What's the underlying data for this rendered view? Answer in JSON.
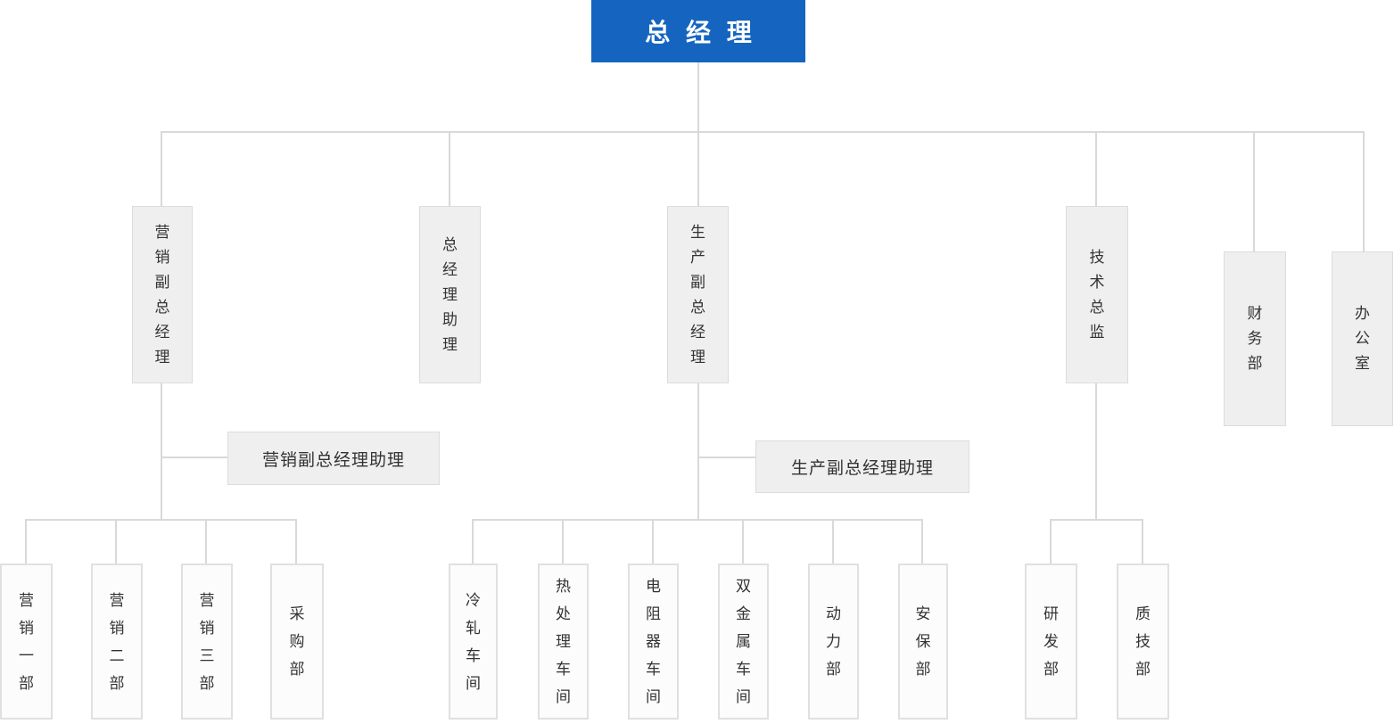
{
  "colors": {
    "root_bg": "#1565c0",
    "root_text": "#ffffff",
    "level_box_bg": "#efefef",
    "box_border": "#dcdcdc",
    "leaf_box_bg": "#fcfcfc",
    "leaf_border": "#e0e0e0",
    "line": "#d9d9d9",
    "text": "#333333"
  },
  "root": {
    "label": "总 经 理"
  },
  "level2": [
    {
      "label": "营销副总经理"
    },
    {
      "label": "总经理助理"
    },
    {
      "label": "生产副总经理"
    },
    {
      "label": "技术总监"
    },
    {
      "label": "财务部"
    },
    {
      "label": "办公室"
    }
  ],
  "assistants": [
    {
      "label": "营销副总经理助理"
    },
    {
      "label": "生产副总经理助理"
    }
  ],
  "departments": {
    "marketing": [
      {
        "label": "营销一部"
      },
      {
        "label": "营销二部"
      },
      {
        "label": "营销三部"
      },
      {
        "label": "采购部"
      }
    ],
    "production": [
      {
        "label": "冷轧车间"
      },
      {
        "label": "热处理车间"
      },
      {
        "label": "电阻器车间"
      },
      {
        "label": "双金属车间"
      },
      {
        "label": "动力部"
      },
      {
        "label": "安保部"
      }
    ],
    "technology": [
      {
        "label": "研发部"
      },
      {
        "label": "质技部"
      }
    ]
  }
}
